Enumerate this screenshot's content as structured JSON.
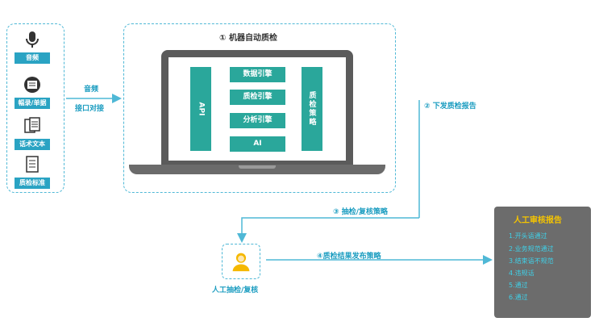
{
  "sources": [
    {
      "label": "音频",
      "icon": "microphone-icon"
    },
    {
      "label": "幅录/单据",
      "icon": "document-roll-icon"
    },
    {
      "label": "话术文本",
      "icon": "text-document-icon"
    },
    {
      "label": "质检标准",
      "icon": "checklist-icon"
    }
  ],
  "link": {
    "top": "音频",
    "bottom": "接口对接"
  },
  "machine": {
    "title": "① 机器自动质检",
    "api": "API",
    "engines": [
      "数据引擎",
      "质检引擎",
      "分析引擎",
      "AI"
    ],
    "strategy": "质检策略"
  },
  "steps": {
    "step2": "② 下发质检报告",
    "step3": "③ 抽检/复核策略",
    "step4": "④质检结果发布策略"
  },
  "human": {
    "label": "人工抽检/复核",
    "icon": "person-icon"
  },
  "report": {
    "title": "人工审核报告",
    "items": [
      "1.开头语通过",
      "2.业务规范通过",
      "3.结束语不规范",
      "4.违规话",
      "5.通过",
      "6.通过"
    ]
  },
  "colors": {
    "accent": "#1a9cc0",
    "bar": "#2aa79b",
    "report_bg": "#6c6c6c",
    "report_text": "#3fd0e8"
  }
}
